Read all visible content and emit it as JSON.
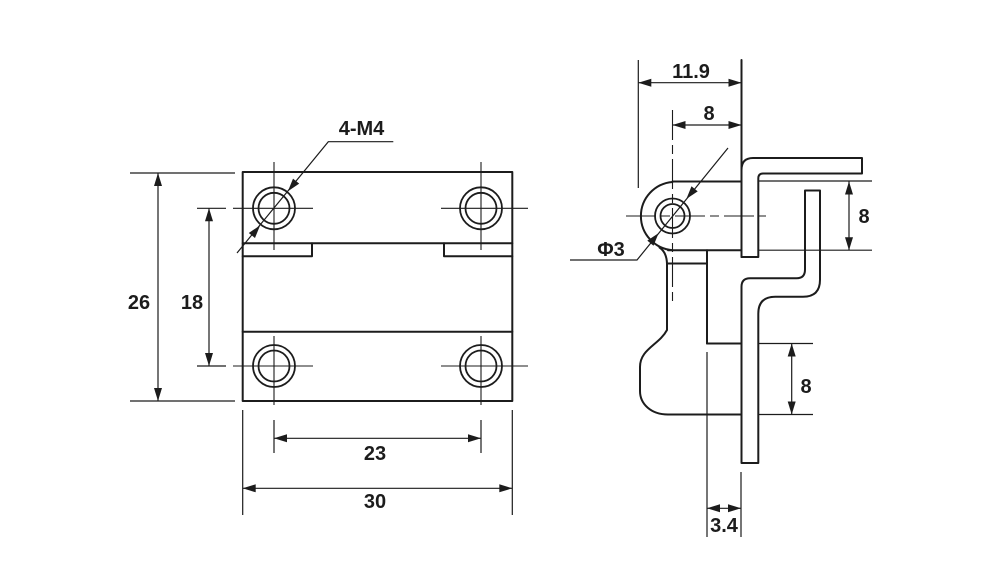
{
  "drawing": {
    "background": "#ffffff",
    "line_color": "#1c1c1c",
    "views": {
      "front": {
        "thread_callout": "4-M4",
        "dims": {
          "overall_height": "26",
          "hole_row_spacing": "18",
          "hole_col_spacing": "23",
          "overall_width": "30"
        }
      },
      "side": {
        "pin_hole_callout": "Φ3",
        "dims": {
          "overall_depth": "11.9",
          "hole_offset": "8",
          "leaf_height": "8",
          "lower_step_height": "8",
          "slot_width": "3.4"
        }
      }
    }
  }
}
